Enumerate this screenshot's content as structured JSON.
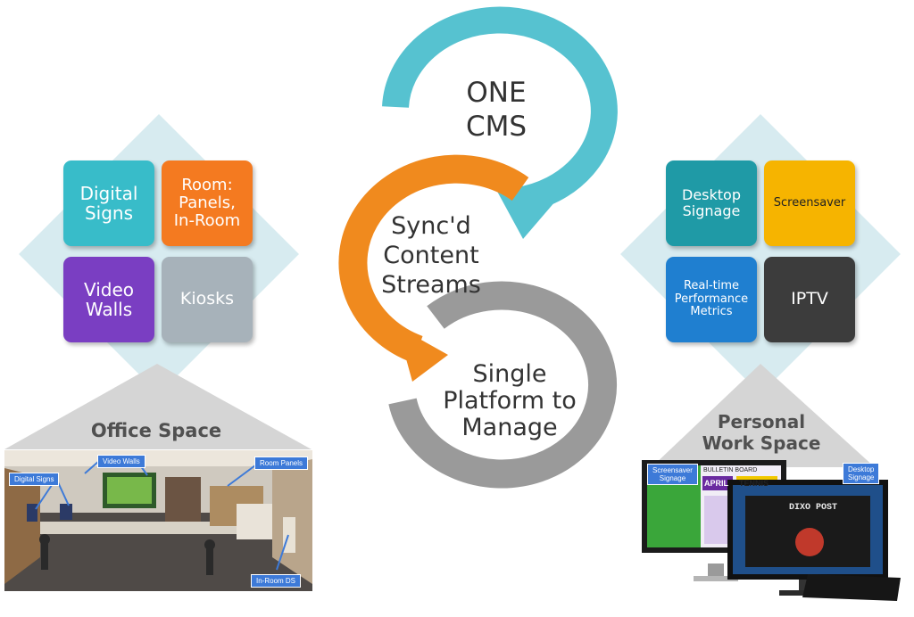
{
  "cycle": {
    "top": "ONE\nCMS",
    "middle": "Sync'd\nContent\nStreams",
    "bottom": "Single\nPlatform to\nManage"
  },
  "office": {
    "title": "Office Space",
    "tiles": [
      {
        "label": "Digital\nSigns",
        "color": "#38bcc9"
      },
      {
        "label": "Room:\nPanels,\nIn-Room",
        "color": "#f47a20"
      },
      {
        "label": "Video\nWalls",
        "color": "#7a3ec2"
      },
      {
        "label": "Kiosks",
        "color": "#a7b2ba"
      }
    ],
    "callouts": {
      "digital_signs": "Digital Signs",
      "video_walls": "Video Walls",
      "room_panels": "Room Panels",
      "in_room_ds": "In-Room DS"
    }
  },
  "personal": {
    "title": "Personal\nWork Space",
    "tiles": [
      {
        "label": "Desktop\nSignage",
        "color": "#1f9aa6"
      },
      {
        "label": "Screensaver",
        "color": "#f6b400"
      },
      {
        "label": "Real-time\nPerformance\nMetrics",
        "color": "#1f7fd0"
      },
      {
        "label": "IPTV",
        "color": "#3c3c3c"
      }
    ],
    "callouts": {
      "screensaver_signage": "Screensaver\nSignage",
      "desktop_signage": "Desktop\nSignage"
    },
    "screen_text": {
      "bulletin_board": "BULLETIN BOARD",
      "april": "APRIL",
      "tennis": "TENNIS",
      "dixo_post": "DIXO POST"
    }
  },
  "colors": {
    "cycle_teal": "#56c2d0",
    "cycle_orange": "#f08a1e",
    "cycle_gray": "#9a9a9a",
    "diamond": "#d7ebf0",
    "callout_blue": "#3d7ad8"
  }
}
